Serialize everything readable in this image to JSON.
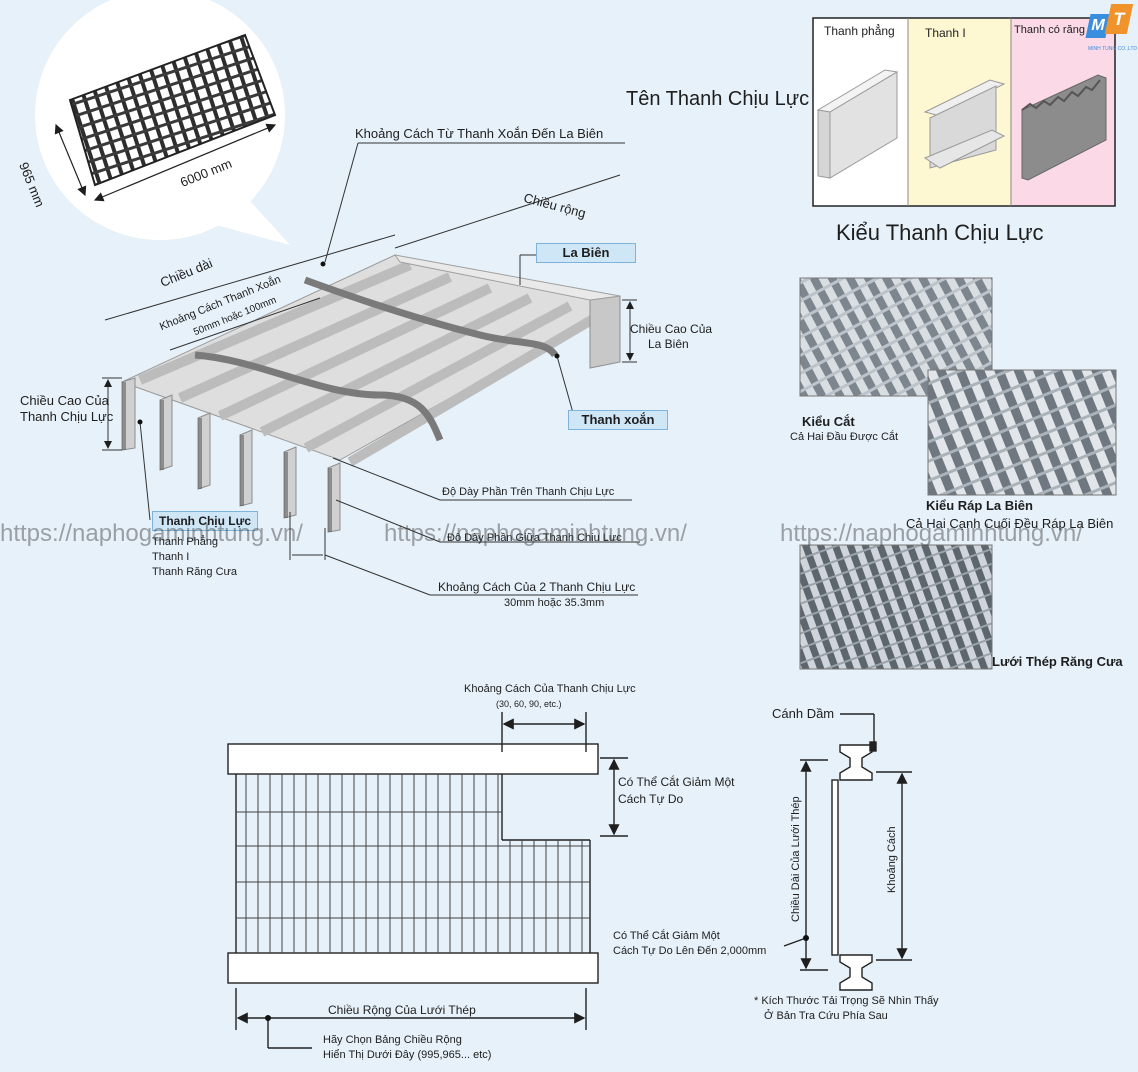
{
  "logo": {
    "letters_m": "M",
    "letters_t": "T",
    "caption": "MINH TUNG CO.,LTD",
    "color_m": "#3a8ee0",
    "color_t": "#f0932b"
  },
  "watermark": "https://naphogaminhtung.vn/",
  "circle_inset": {
    "width_label": "965 mm",
    "length_label": "6000 mm"
  },
  "grating_labels": {
    "twist_edge_distance": "Khoảng Cách Từ Thanh Xoắn Đến La Biên",
    "width": "Chiều rộng",
    "length": "Chiều dài",
    "twist_spacing": "Khoảng Cách Thanh Xoắn",
    "twist_spacing_values": "50mm hoặc 100mm",
    "band": "La Biên",
    "band_height_1": "Chiều Cao Của",
    "band_height_2": "La Biên",
    "bar_height_1": "Chiều Cao Của",
    "bar_height_2": "Thanh Chịu Lực",
    "twist_bar": "Thanh xoắn",
    "bearing_bar": "Thanh Chịu Lực",
    "bar_types": [
      "Thanh Phẳng",
      "Thanh I",
      "Thanh Răng Cưa"
    ],
    "top_thickness": "Độ Dày Phần Trên Thanh Chịu Lực",
    "mid_thickness": "Độ Dày Phần Giữa Thanh Chịu Lực",
    "bar_distance": "Khoảng Cách Của 2 Thanh Chịu Lực",
    "bar_distance_values": "30mm hoặc 35.3mm"
  },
  "bar_types_panel": {
    "heading": "Tên Thanh Chịu Lực",
    "title": "Kiểu Thanh Chịu Lực",
    "columns": [
      {
        "label": "Thanh phẳng",
        "bg": "#ffffff"
      },
      {
        "label": "Thanh I",
        "bg": "#fdf8d2"
      },
      {
        "label": "Thanh có răng",
        "bg": "#fbd9e6"
      }
    ]
  },
  "photos": {
    "cut": {
      "title": "Kiểu Cắt",
      "subtitle": "Cả Hai Đầu Được Cắt"
    },
    "banded": {
      "title": "Kiểu Ráp La Biên",
      "subtitle": "Cả Hai Cạnh Cuối Đều Ráp La Biên"
    },
    "serrated": {
      "title": "Lưới Thép Răng Cưa"
    }
  },
  "plan": {
    "bar_spacing_title": "Khoảng Cách Của Thanh Chịu Lực",
    "bar_spacing_values": "(30, 60, 90, etc.)",
    "free_cut_1": "Có Thể Cắt Giảm Một",
    "free_cut_2": "Cách Tự Do",
    "free_cut_len_1": "Có Thể Cắt Giảm Một",
    "free_cut_len_2": "Cách Tự Do Lên Đến 2,000mm",
    "width_label": "Chiều Rộng Của Lưới Thép",
    "choose_1": "Hãy Chọn Bảng Chiều Rộng",
    "choose_2": "Hiển Thị Dưới Đây (995,965... etc)"
  },
  "section": {
    "flange": "Cánh Dầm",
    "length_label": "Chiều Dài Của Lưới Thép",
    "spacing_label": "Khoảng Cách",
    "note_1": "* Kích Thước Tải Trọng Sẽ Nhìn Thấy",
    "note_2": "Ở Bản Tra Cứu Phía Sau"
  }
}
